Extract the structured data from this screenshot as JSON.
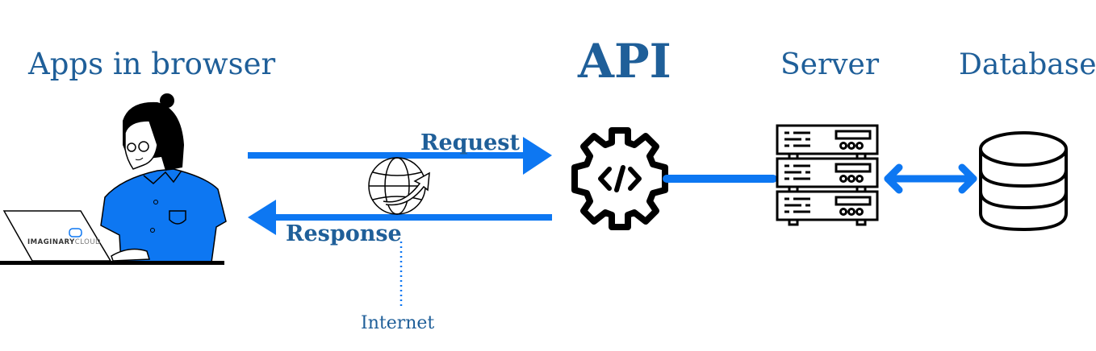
{
  "labels": {
    "apps": "Apps in browser",
    "api": "API",
    "server": "Server",
    "database": "Database",
    "request": "Request",
    "response": "Response",
    "internet": "Internet"
  },
  "logo": {
    "text": "IMAGINARYCLOUD"
  },
  "colors": {
    "accent": "#0d77f2",
    "text": "#1f5f99",
    "ink": "#000000"
  }
}
